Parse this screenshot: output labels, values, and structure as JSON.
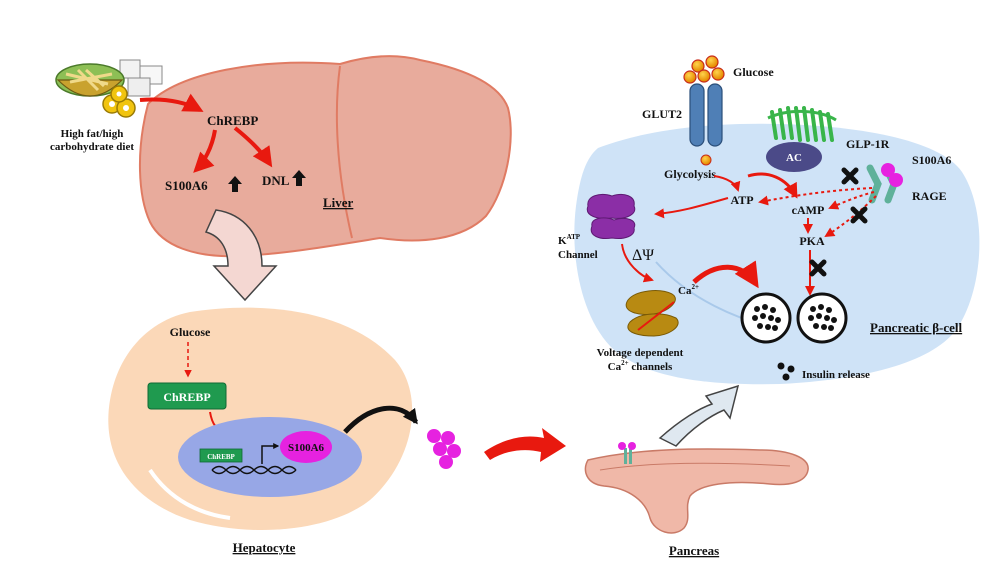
{
  "liver": {
    "diet_line1": "High fat/high",
    "diet_line2": "carbohydrate diet",
    "chrebp": "ChREBP",
    "s100a6": "S100A6",
    "dnl": "DNL",
    "title": "Liver"
  },
  "hepatocyte": {
    "glucose": "Glucose",
    "chrebp_box": "ChREBP",
    "chrebp_small": "ChREBP",
    "s100a6": "S100A6",
    "title": "Hepatocyte"
  },
  "pancreas": {
    "title": "Pancreas"
  },
  "beta_cell": {
    "glucose": "Glucose",
    "glut2": "GLUT2",
    "glp1r": "GLP-1R",
    "ac": "AC",
    "s100a6": "S100A6",
    "rage": "RAGE",
    "glycolysis": "Glycolysis",
    "atp": "ATP",
    "camp": "cAMP",
    "pka": "PKA",
    "katp_k": "K",
    "katp_sup": "ATP",
    "katp_channel": "Channel",
    "delta_psi": "ΔΨ",
    "ca": "Ca",
    "ca_sup": "2+",
    "vdcc_line1": "Voltage dependent",
    "vdcc_line2_ca": "Ca",
    "vdcc_line2_sup": "2+",
    "vdcc_line2_rest": " channels",
    "title": "Pancreatic β-cell",
    "insulin_release": "Insulin release"
  },
  "colors": {
    "liver_fill": "#e8ab9c",
    "hepatocyte_fill": "#fbd8b8",
    "nucleus_fill": "#97a7e6",
    "chrebp_green": "#1f9a4f",
    "s100a6_magenta": "#e622e0",
    "beta_cell_fill": "#cfe3f7",
    "arrow_red": "#e8190f",
    "pancreas_fill": "#f0b8a8"
  }
}
